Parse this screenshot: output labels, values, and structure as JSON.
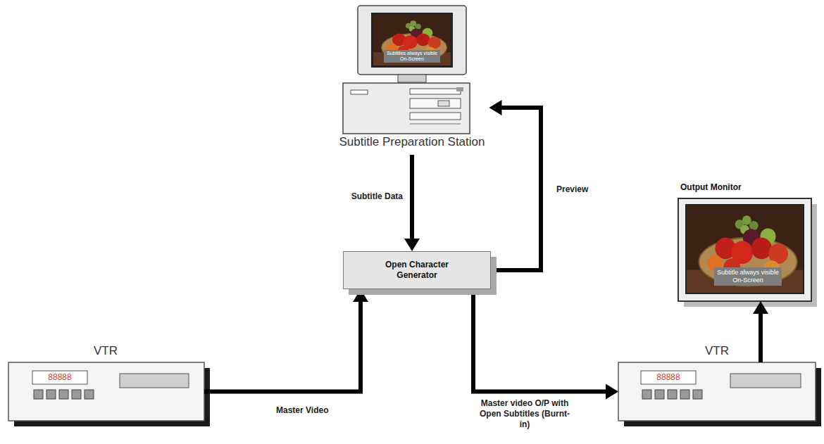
{
  "diagram": {
    "nodes": [
      {
        "text": [
          "Subtitles always visible On-Screen",
          "Subtitle Preparation Station"
        ]
      },
      {
        "text": [
          "Output Monitor",
          "Subtitle always visible On-Screen"
        ]
      },
      {
        "text": [
          "Open Character Generator"
        ]
      },
      {
        "text": [
          "VTR",
          "88888"
        ]
      },
      {
        "text": [
          "VTR",
          "88888"
        ]
      }
    ],
    "edges": [
      {
        "from": 0,
        "to": 2,
        "label": "Subtitle Data",
        "arrow": "to"
      },
      {
        "from": 2,
        "to": 0,
        "label": "Preview",
        "arrow": "to"
      },
      {
        "from": 3,
        "to": 2,
        "label": "Master Video",
        "arrow": "to"
      },
      {
        "from": 2,
        "to": 4,
        "label": "Master video O/P with Open Subtitles (Burnt-in)",
        "arrow": "to"
      },
      {
        "from": 4,
        "to": 1,
        "arrow": "to"
      }
    ]
  }
}
